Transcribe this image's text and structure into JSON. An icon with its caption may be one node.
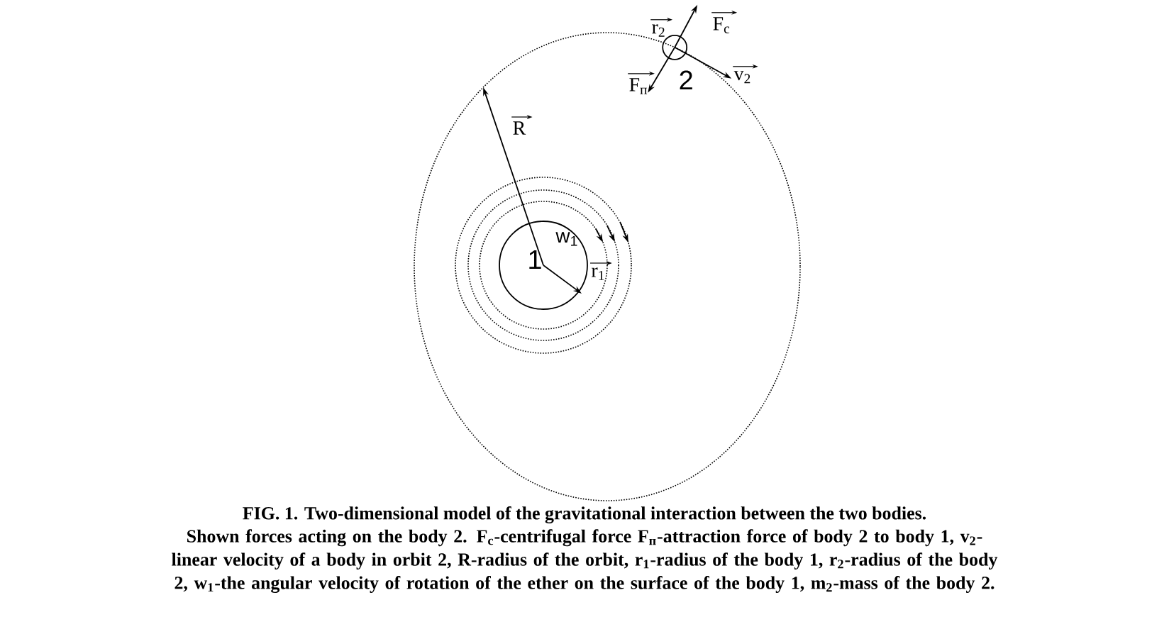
{
  "diagram": {
    "title": "FIG. 1. Two-dimensional model of the gravitational interaction between the two bodies.",
    "caption": "Shown forces acting on the body 2. F$_{c}$-centrifugal force F$_{п}$-attraction force of body 2 to body 1, v$_{2}$-linear velocity of a body in orbit 2, R-radius of the orbit, r$_{1}$-radius of the body 1, r$_{2}$-radius of the body 2, w$_{1}$-the angular velocity of rotation of the ether on the surface of the body 1, m$_{2}$-mass of the body 2.",
    "nodes": [
      {
        "text": [
          "1"
        ]
      },
      {
        "text": [],
        "shape": "circle",
        "beside": [
          "2"
        ]
      }
    ],
    "labels": [
      "R",
      "r$_{2}$",
      "F$_{c}$",
      "F$_{п}$",
      "v$_{2}$",
      "w$_{1}$",
      "r$_{1}$"
    ]
  }
}
